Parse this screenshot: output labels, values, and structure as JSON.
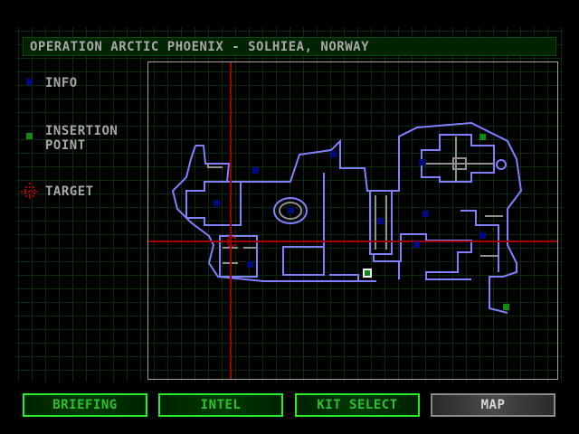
{
  "header": {
    "title": "OPERATION ARCTIC PHOENIX - SOLHIEA, NORWAY"
  },
  "legend": {
    "info": "INFO",
    "insertion_line1": "INSERTION",
    "insertion_line2": "POINT",
    "target": "TARGET"
  },
  "colors": {
    "info": "#000a80",
    "insertion": "#108a10",
    "target": "#a00000",
    "walls": "#8080ff",
    "accent": "#22ee22"
  },
  "nav": {
    "buttons": [
      {
        "label": "BRIEFING",
        "active": false
      },
      {
        "label": "INTEL",
        "active": false
      },
      {
        "label": "KIT SELECT",
        "active": false
      },
      {
        "label": "MAP",
        "active": true
      }
    ]
  }
}
